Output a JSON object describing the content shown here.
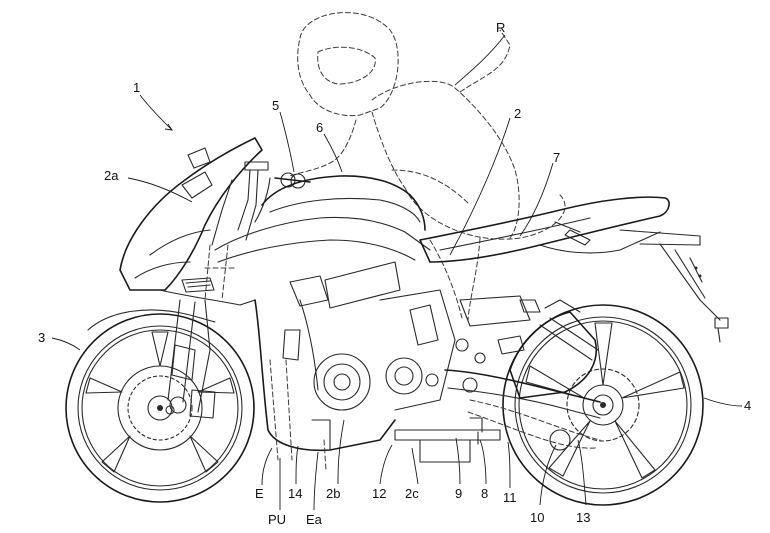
{
  "figure": {
    "labels": {
      "motorcycle": "1",
      "rider": "R",
      "body": "2",
      "cowl": "2a",
      "body_2b": "2b",
      "body_2c": "2c",
      "front_wheel": "3",
      "rear_wheel": "4",
      "handlebar": "5",
      "part_6": "6",
      "part_7": "7",
      "part_8": "8",
      "part_9": "9",
      "part_10": "10",
      "part_11": "11",
      "part_12": "12",
      "part_13": "13",
      "part_14": "14",
      "engine": "E",
      "engine_a": "Ea",
      "power_unit": "PU"
    }
  }
}
